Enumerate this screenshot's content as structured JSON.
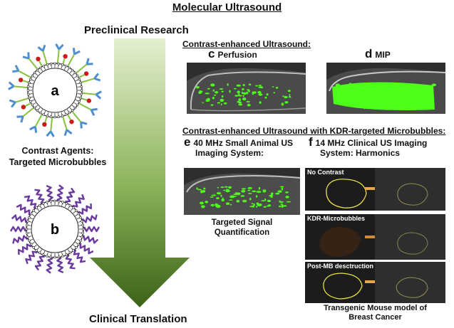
{
  "title": "Molecular Ultrasound",
  "preclinical": "Preclinical Research",
  "clinical": "Clinical Translation",
  "microbubbles": {
    "a_label": "a",
    "b_label": "b",
    "caption_line1": "Contrast Agents:",
    "caption_line2": "Targeted Microbubbles"
  },
  "section1": {
    "heading": "Contrast-enhanced Ultrasound:",
    "c_letter": "c",
    "c_label": "Perfusion",
    "d_letter": "d",
    "d_label": "MIP"
  },
  "section2": {
    "heading": "Contrast-enhanced Ultrasound with KDR-targeted Microbubbles:",
    "e_letter": "e",
    "e_line1": "40 MHz Small Animal US",
    "e_line2": "Imaging System:",
    "f_letter": "f",
    "f_line1": "14 MHz Clinical US Imaging",
    "f_line2": "System: Harmonics",
    "e_caption1": "Targeted Signal",
    "e_caption2": "Quantification",
    "f_panels": [
      "No Contrast",
      "KDR-Microbubbles",
      "Post-MB desctruction"
    ],
    "f_caption1": "Transgenic Mouse model of",
    "f_caption2": "Breast Cancer"
  },
  "colors": {
    "arrow_top": "#dfeec6",
    "arrow_bottom": "#3c6218",
    "signal_green": "#4cff1a",
    "ligand_blue": "#4f8fd0",
    "stalk_green": "#86c23c",
    "dot_red": "#cc1a1a",
    "ligand_purple": "#6a3a9e",
    "outline_yellow": "#e8dc44"
  }
}
